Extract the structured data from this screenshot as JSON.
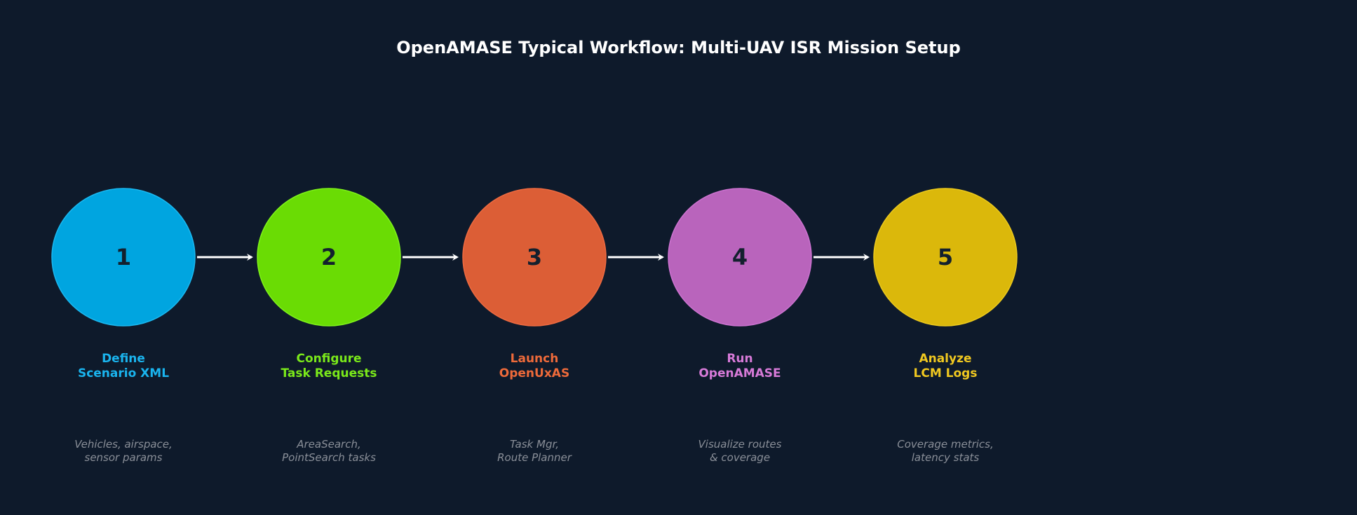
{
  "title": "OpenAMASE Typical Workflow: Multi-UAV ISR Mission Setup",
  "colors": {
    "background": "#0e1a2b",
    "arrow": "#ffffff",
    "number_text": "#13202e",
    "description_text": "#8a8f98"
  },
  "steps": [
    {
      "number": "1",
      "label_lines": [
        "Define",
        "Scenario XML"
      ],
      "description_lines": [
        "Vehicles, airspace,",
        "sensor params"
      ],
      "fill": "#00a5e0",
      "stroke": "#1ab8f0",
      "label_color": "#1ab4ee"
    },
    {
      "number": "2",
      "label_lines": [
        "Configure",
        "Task Requests"
      ],
      "description_lines": [
        "AreaSearch,",
        "PointSearch tasks"
      ],
      "fill": "#6adc04",
      "stroke": "#7ef21a",
      "label_color": "#7ae81a"
    },
    {
      "number": "3",
      "label_lines": [
        "Launch",
        "OpenUxAS"
      ],
      "description_lines": [
        "Task Mgr,",
        "Route Planner"
      ],
      "fill": "#dc5e36",
      "stroke": "#ee6a40",
      "label_color": "#ee6a3a"
    },
    {
      "number": "4",
      "label_lines": [
        "Run",
        "OpenAMASE"
      ],
      "description_lines": [
        "Visualize routes",
        "& coverage"
      ],
      "fill": "#b964bc",
      "stroke": "#cc72d0",
      "label_color": "#d77ad8"
    },
    {
      "number": "5",
      "label_lines": [
        "Analyze",
        "LCM Logs"
      ],
      "description_lines": [
        "Coverage metrics,",
        "latency stats"
      ],
      "fill": "#dbb80b",
      "stroke": "#ecc91c",
      "label_color": "#f0c820"
    }
  ]
}
